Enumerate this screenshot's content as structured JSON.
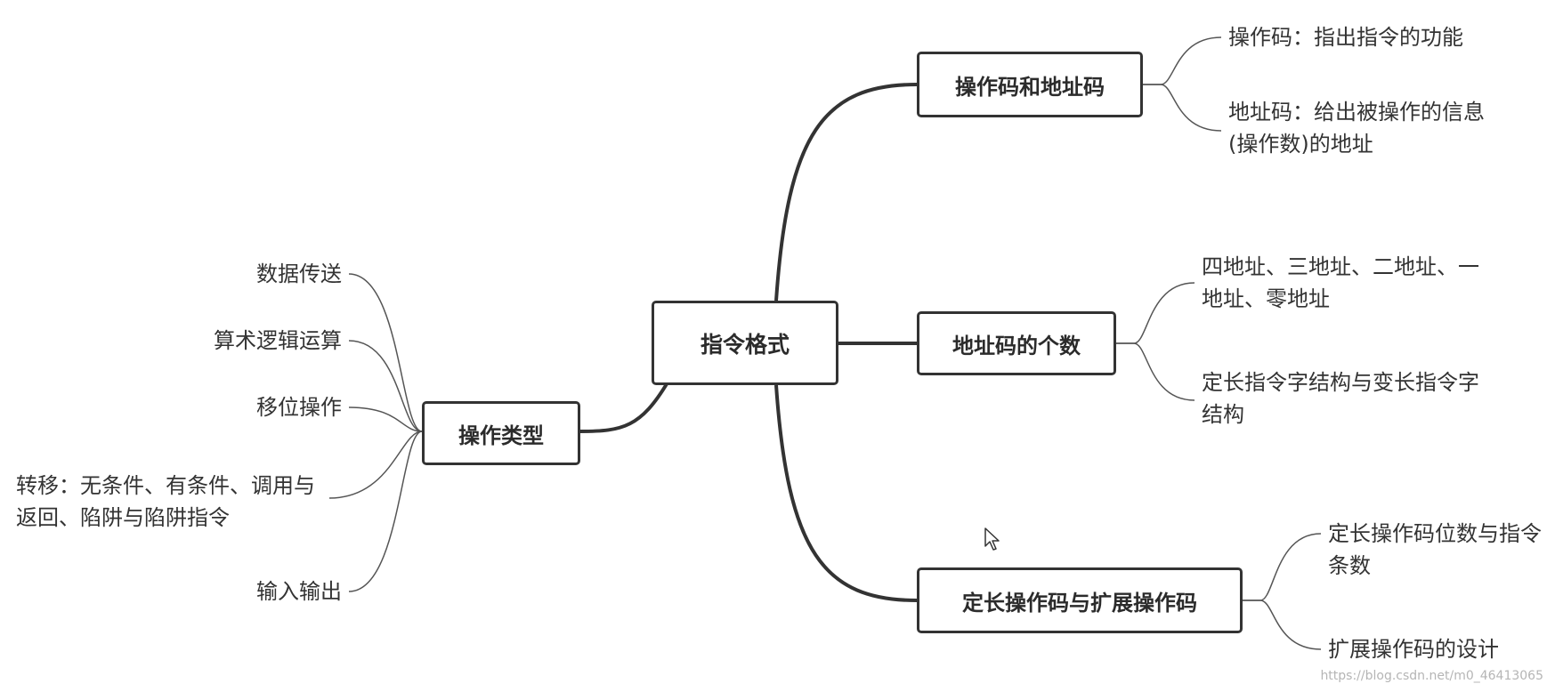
{
  "root": {
    "label": "指令格式"
  },
  "branches": {
    "op_types": {
      "label": "操作类型",
      "children": [
        "数据传送",
        "算术逻辑运算",
        "移位操作",
        "转移：无条件、有条件、调用与返回、陷阱与陷阱指令",
        "输入输出"
      ]
    },
    "opcode_address": {
      "label": "操作码和地址码",
      "children": [
        "操作码：指出指令的功能",
        "地址码：给出被操作的信息(操作数)的地址"
      ]
    },
    "address_count": {
      "label": "地址码的个数",
      "children": [
        "四地址、三地址、二地址、一地址、零地址",
        "定长指令字结构与变长指令字结构"
      ]
    },
    "opcode_ext": {
      "label": "定长操作码与扩展操作码",
      "children": [
        "定长操作码位数与指令条数",
        "扩展操作码的设计"
      ]
    }
  },
  "watermark": "https://blog.csdn.net/m0_46413065",
  "colors": {
    "stroke": "#333333",
    "thin_stroke": "#555555",
    "background": "#ffffff"
  }
}
